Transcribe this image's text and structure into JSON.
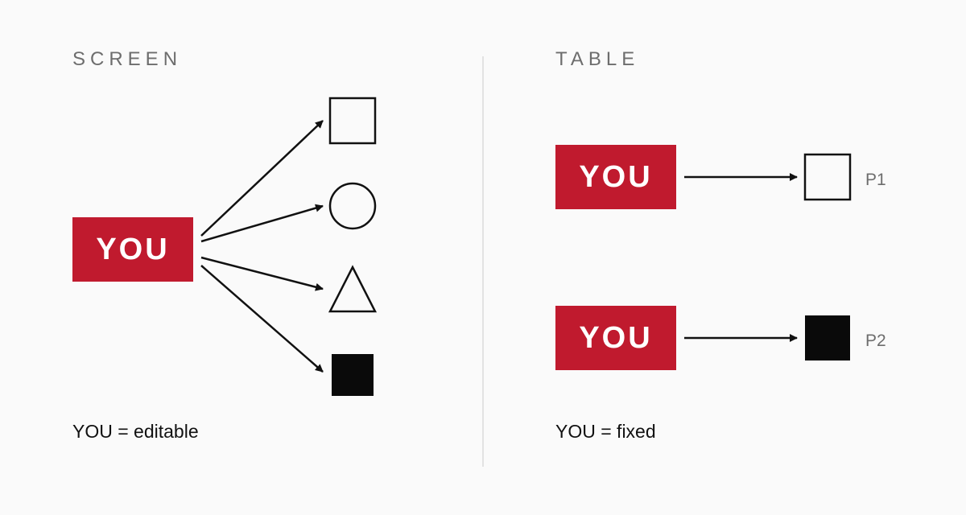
{
  "screen": {
    "title": "SCREEN",
    "you_label": "YOU",
    "caption": "YOU = editable",
    "shapes": [
      "square-outline",
      "circle-outline",
      "triangle-outline",
      "square-filled"
    ]
  },
  "table": {
    "title": "TABLE",
    "rows": [
      {
        "you_label": "YOU",
        "shape": "square-outline",
        "label": "P1"
      },
      {
        "you_label": "YOU",
        "shape": "square-filled",
        "label": "P2"
      }
    ],
    "caption": "YOU = fixed"
  },
  "colors": {
    "you_box": "#c01a2e",
    "title_text": "#6d6d6d",
    "stroke": "#111111",
    "divider": "#e2e2e2",
    "background": "#fafafa"
  }
}
